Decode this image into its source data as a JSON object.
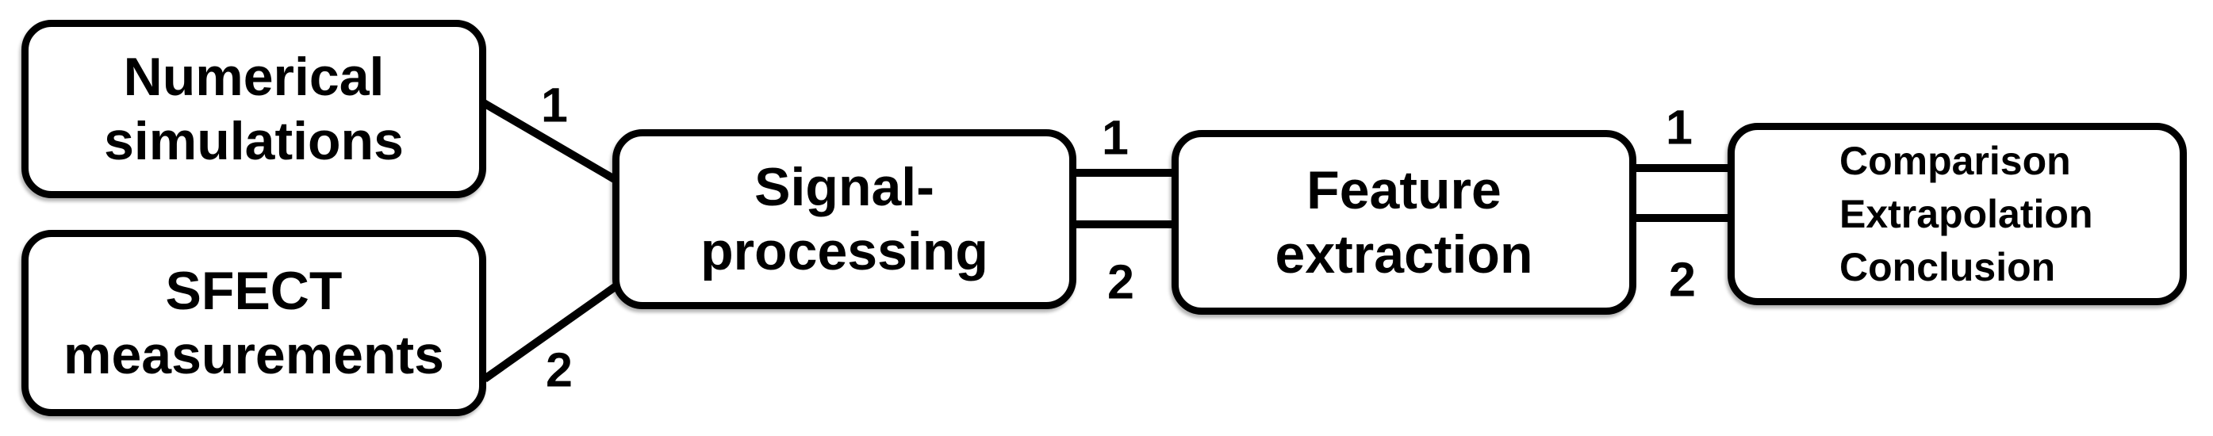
{
  "colors": {
    "ink": "#000000",
    "background": "#ffffff"
  },
  "diagram": {
    "boxes": {
      "numerical": {
        "lines": [
          "Numerical",
          "simulations"
        ]
      },
      "sfect": {
        "lines": [
          "SFECT",
          "measurements"
        ]
      },
      "signal": {
        "lines": [
          "Signal-",
          "processing"
        ]
      },
      "feature": {
        "lines": [
          "Feature",
          "extraction"
        ]
      },
      "outcome": {
        "lines": [
          "Comparison",
          "Extrapolation",
          "Conclusion"
        ]
      }
    },
    "connector_labels": {
      "numerical_to_signal": "1",
      "sfect_to_signal": "2",
      "signal_to_feature_top": "1",
      "signal_to_feature_bottom": "2",
      "feature_to_outcome_top": "1",
      "feature_to_outcome_bottom": "2"
    }
  }
}
